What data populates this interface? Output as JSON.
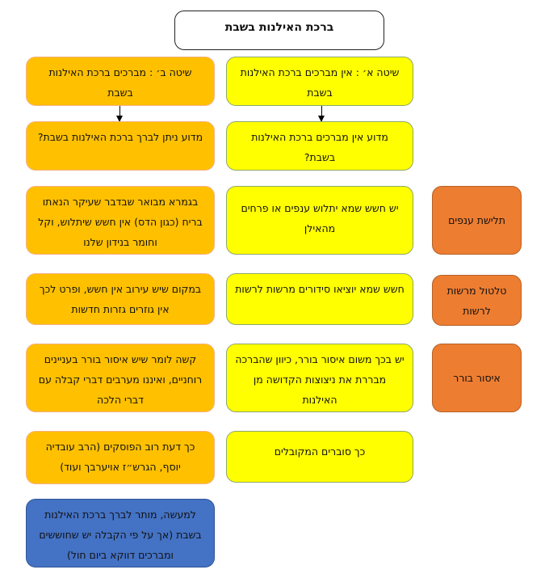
{
  "title": "ברכת האילנות בשבת",
  "colors": {
    "yellow": "#ffff00",
    "orange": "#ffc000",
    "dark_orange": "#ed7d31",
    "blue": "#4472c4"
  },
  "opinion_a": {
    "heading": "שיטה א׳ : אין מברכים ברכת האילנות בשבת",
    "question": "מדוע אין מברכים ברכת האילנות בשבת?",
    "reasons": [
      "יש חשש שמא יתלוש ענפים או פרחים מהאילן",
      "חשש שמא יוציאו סידורים מרשות לרשות",
      "יש בכך משום איסור בורר, כיוון שהברכה מבררת את ניצוצות הקדושה מן האילנות",
      "כך סוברים המקובלים"
    ]
  },
  "opinion_b": {
    "heading": "שיטה ב׳ : מברכים ברכת האילנות בשבת",
    "question": "מדוע ניתן לברך ברכת האילנות בשבת?",
    "reasons": [
      "בגמרא מבואר שבדבר שעיקר הנאתו בריח (כגון הדס) אין חשש שיתלוש, וקל וחומר בנידון שלנו",
      "במקום שיש עירוב אין חשש, ופרט לכך אין גוזרים גזרות חדשות",
      "קשה לומר שיש איסור בורר בעניינים רוחניים, ואיננו מערבים דברי קבלה עם דברי הלכה",
      "כך דעת רוב הפוסקים (הרב עובדיה יוסף, הגרש״ז אויערבך ועוד)"
    ]
  },
  "topics": [
    "תלישת ענפים",
    "טלטול מרשות לרשות",
    "איסור בורר"
  ],
  "conclusion": "למעשה, מותר לברך ברכת האילנות בשבת (אך על פי הקבלה יש שחוששים ומברכים דווקא ביום חול)"
}
